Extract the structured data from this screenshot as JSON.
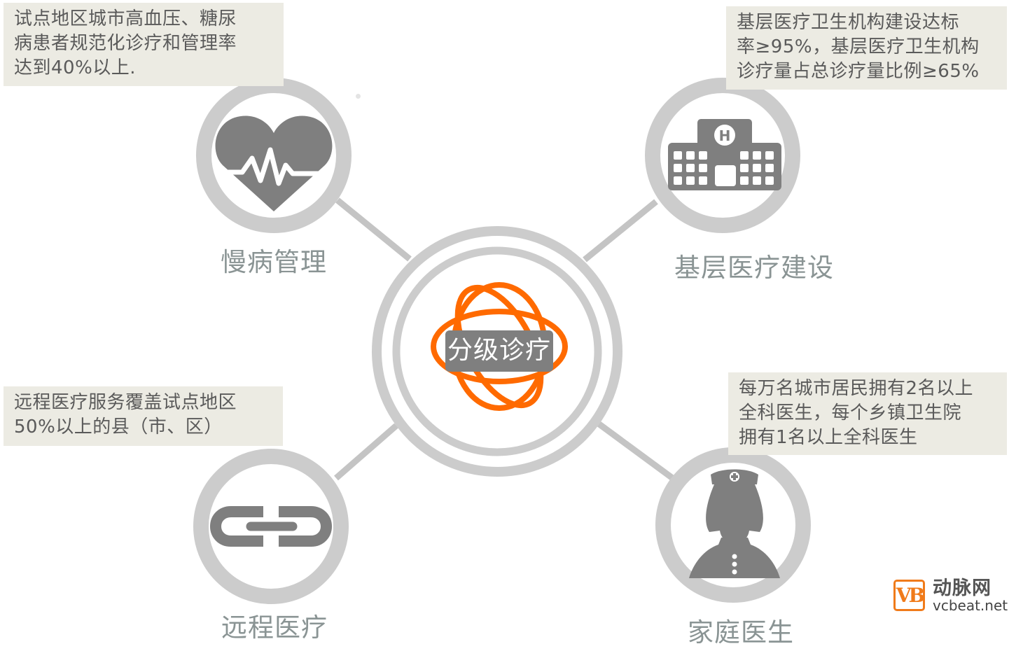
{
  "center": {
    "label": "分级诊疗",
    "icon": "atom-icon",
    "accent_color": "#ff6a00",
    "label_bg": "#7f7f7f"
  },
  "nodes": [
    {
      "id": "chronic",
      "label": "慢病管理",
      "icon": "heart-pulse-icon",
      "note": [
        "试点地区城市高血压、糖尿",
        "病患者规范化诊疗和管理率",
        "达到40%以上."
      ]
    },
    {
      "id": "primary",
      "label": "基层医疗建设",
      "icon": "hospital-icon",
      "note": [
        "基层医疗卫生机构建设达标",
        "率≥95%，基层医疗卫生机构",
        "诊疗量占总诊疗量比例≥65%"
      ]
    },
    {
      "id": "telemedicine",
      "label": "远程医疗",
      "icon": "chain-link-icon",
      "note": [
        "远程医疗服务覆盖试点地区",
        "50%以上的县（市、区）"
      ]
    },
    {
      "id": "family",
      "label": "家庭医生",
      "icon": "nurse-icon",
      "note": [
        "每万名城市居民拥有2名以上",
        "全科医生，每个乡镇卫生院",
        "拥有1名以上全科医生"
      ]
    }
  ],
  "logo": {
    "mark": "VB",
    "name_cn": "动脉网",
    "name_en": "vcbeat.net",
    "color": "#f07b1a"
  },
  "colors": {
    "ring": "#cccccc",
    "connector": "#c4c4c4",
    "icon_fill": "#7f7f7f",
    "note_bg": "#ecebe3",
    "note_text": "#5a5a5a",
    "label_text": "#8a9494"
  }
}
